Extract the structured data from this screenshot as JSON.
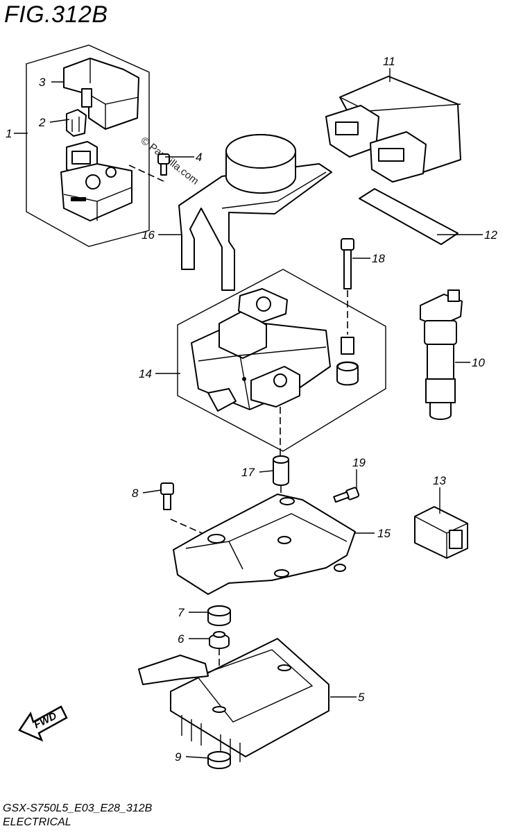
{
  "figure": {
    "code": "FIG.312B",
    "code_line": "GSX-S750L5_E03_E28_312B",
    "section_name": "ELECTRICAL",
    "watermark": "© Partzilla.com",
    "fwd_label": "FWD"
  },
  "callouts": [
    {
      "id": "1",
      "label": "1"
    },
    {
      "id": "2",
      "label": "2"
    },
    {
      "id": "3",
      "label": "3"
    },
    {
      "id": "4",
      "label": "4"
    },
    {
      "id": "5",
      "label": "5"
    },
    {
      "id": "6",
      "label": "6"
    },
    {
      "id": "7",
      "label": "7"
    },
    {
      "id": "8",
      "label": "8"
    },
    {
      "id": "9",
      "label": "9"
    },
    {
      "id": "10",
      "label": "10"
    },
    {
      "id": "11",
      "label": "11"
    },
    {
      "id": "12",
      "label": "12"
    },
    {
      "id": "13",
      "label": "13"
    },
    {
      "id": "14",
      "label": "14"
    },
    {
      "id": "15",
      "label": "15"
    },
    {
      "id": "16",
      "label": "16"
    },
    {
      "id": "17",
      "label": "17"
    },
    {
      "id": "18",
      "label": "18"
    },
    {
      "id": "19",
      "label": "19"
    }
  ]
}
